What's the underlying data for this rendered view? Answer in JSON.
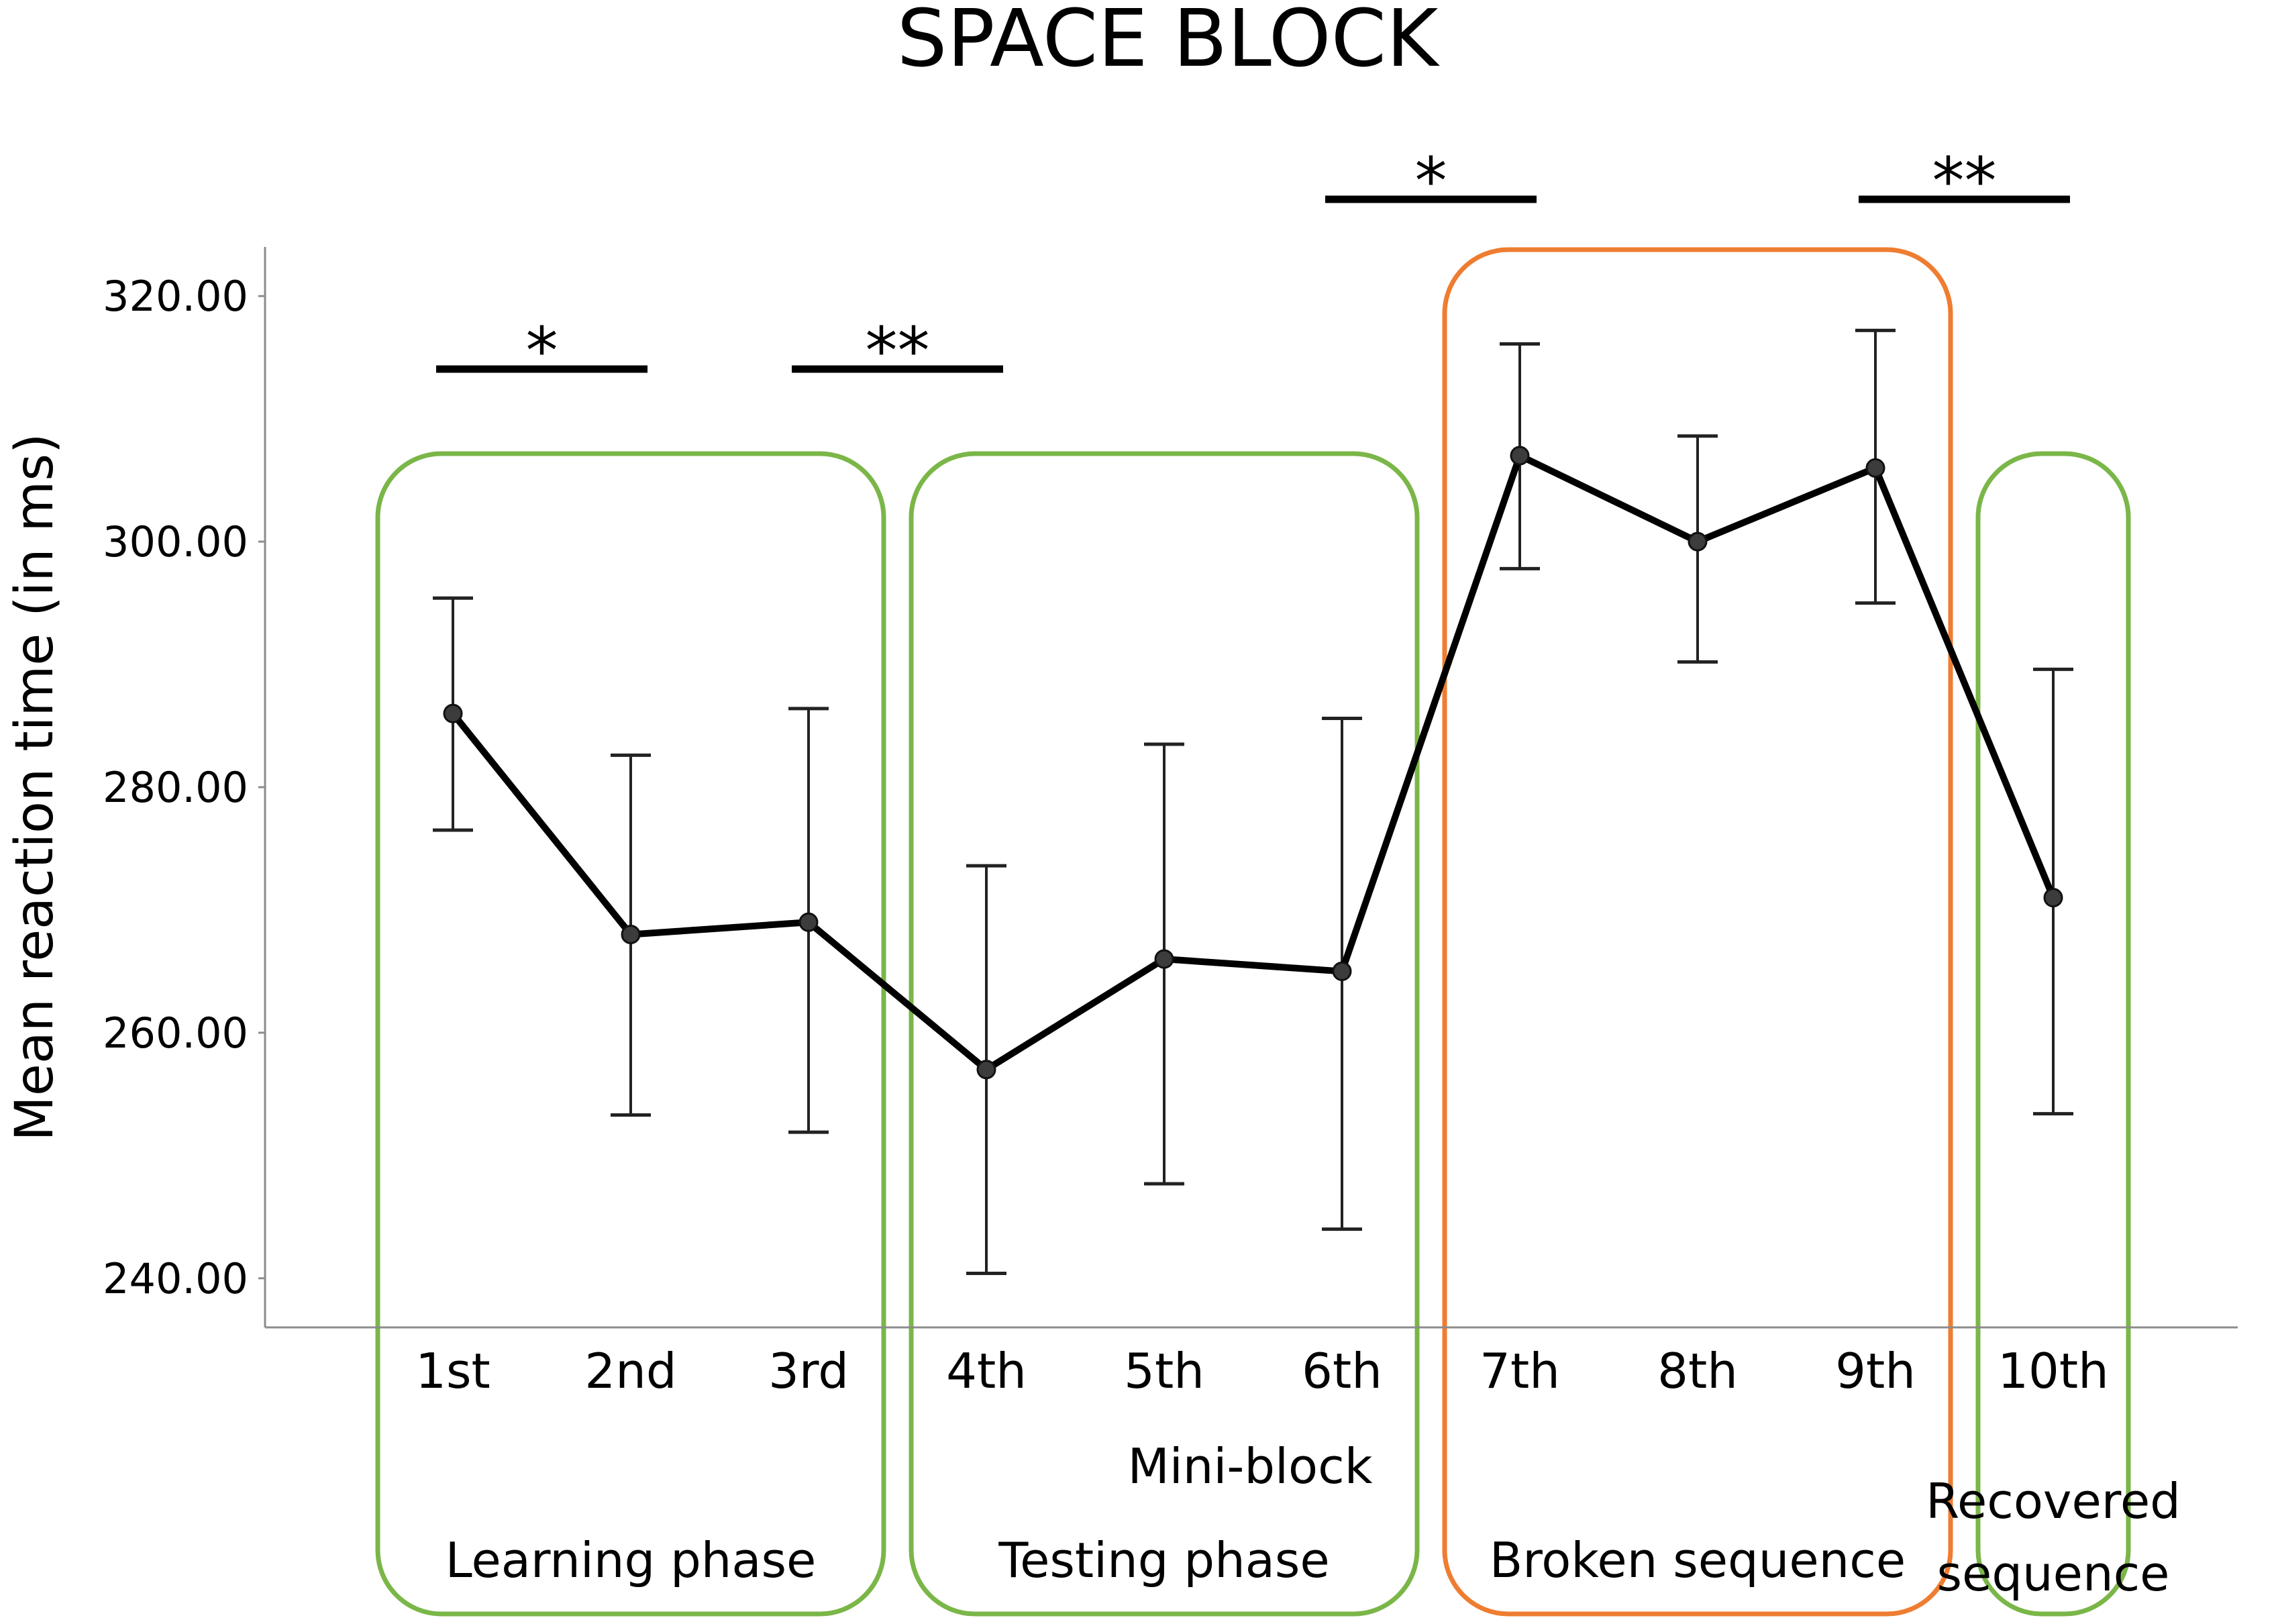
{
  "chart_data": {
    "type": "line",
    "title": "SPACE BLOCK",
    "xlabel": "Mini-block",
    "ylabel": "Mean reaction time (in ms)",
    "categories": [
      "1st",
      "2nd",
      "3rd",
      "4th",
      "5th",
      "6th",
      "7th",
      "8th",
      "9th",
      "10th"
    ],
    "values": [
      286,
      268,
      269,
      257,
      266,
      265,
      307,
      300,
      306,
      271
    ],
    "error_low": [
      276.5,
      253.3,
      251.9,
      240.4,
      247.7,
      244,
      297.8,
      290.2,
      295,
      253.4
    ],
    "error_high": [
      295.4,
      282.6,
      286.4,
      273.6,
      283.5,
      285.6,
      316.1,
      308.6,
      317.2,
      289.6
    ],
    "yticks": [
      "240.00",
      "260.00",
      "280.00",
      "300.00",
      "320.00"
    ],
    "ylim": [
      236,
      324
    ],
    "grid": false,
    "colors": {
      "line": "#000000",
      "green_box": "#7ab648",
      "orange_box": "#ee7d31"
    },
    "groups": [
      {
        "label": "Learning phase",
        "lines": [
          "Learning phase"
        ],
        "from": 0,
        "to": 2,
        "color": "#7ab648"
      },
      {
        "label": "Testing phase",
        "lines": [
          "Testing phase"
        ],
        "from": 3,
        "to": 5,
        "color": "#7ab648"
      },
      {
        "label": "Broken sequence",
        "lines": [
          "Broken sequence"
        ],
        "from": 6,
        "to": 8,
        "color": "#ee7d31"
      },
      {
        "label": "Recovered sequence",
        "lines": [
          "Recovered",
          "sequence"
        ],
        "from": 9,
        "to": 9,
        "color": "#7ab648"
      }
    ],
    "significance": [
      {
        "from": "1st",
        "to": "2nd",
        "label": "*"
      },
      {
        "from": "3rd",
        "to": "4th",
        "label": "**"
      },
      {
        "from": "6th",
        "to": "7th",
        "label": "*"
      },
      {
        "from": "9th",
        "to": "10th",
        "label": "**"
      }
    ]
  }
}
